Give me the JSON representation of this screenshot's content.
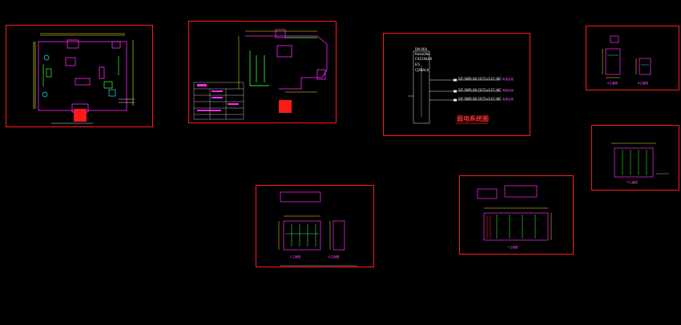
{
  "colors": {
    "background": "#000000",
    "frame": "#ff1a1a",
    "wall": "#ff2aff",
    "green": "#2ee82e",
    "yellow": "#f2f21a",
    "cyan": "#22e6e6",
    "white": "#e8e8e8",
    "red_fill": "#ff1a1a"
  },
  "sheets": {
    "system": {
      "title": "弱电系统图",
      "riser_lines": [
        "DN-064",
        "RedaGNo",
        "CXZ2NL86",
        "EI1",
        "CJ3NAL8"
      ],
      "branches": [
        {
          "cable": "SIF-SNPL/W-2X72x3-FC-WC",
          "note": "电话出线"
        },
        {
          "cable": "SIF-SNPL/W-2X72x3-FC-WC",
          "note": "电脑出线"
        },
        {
          "cable": "SIF-SNPL/W-2X72x3-FC-WC",
          "note": "电视出线"
        }
      ]
    },
    "elevation_small": {
      "labels": [
        "A立面图",
        "B立面图"
      ]
    },
    "elevation_mid": {
      "labels": [
        "C立面图",
        "D立面图"
      ]
    },
    "elevation_right": {
      "labels": [
        "E立面图"
      ]
    },
    "elevation_bottom_right": {
      "labels": [
        "F立面图"
      ]
    }
  }
}
